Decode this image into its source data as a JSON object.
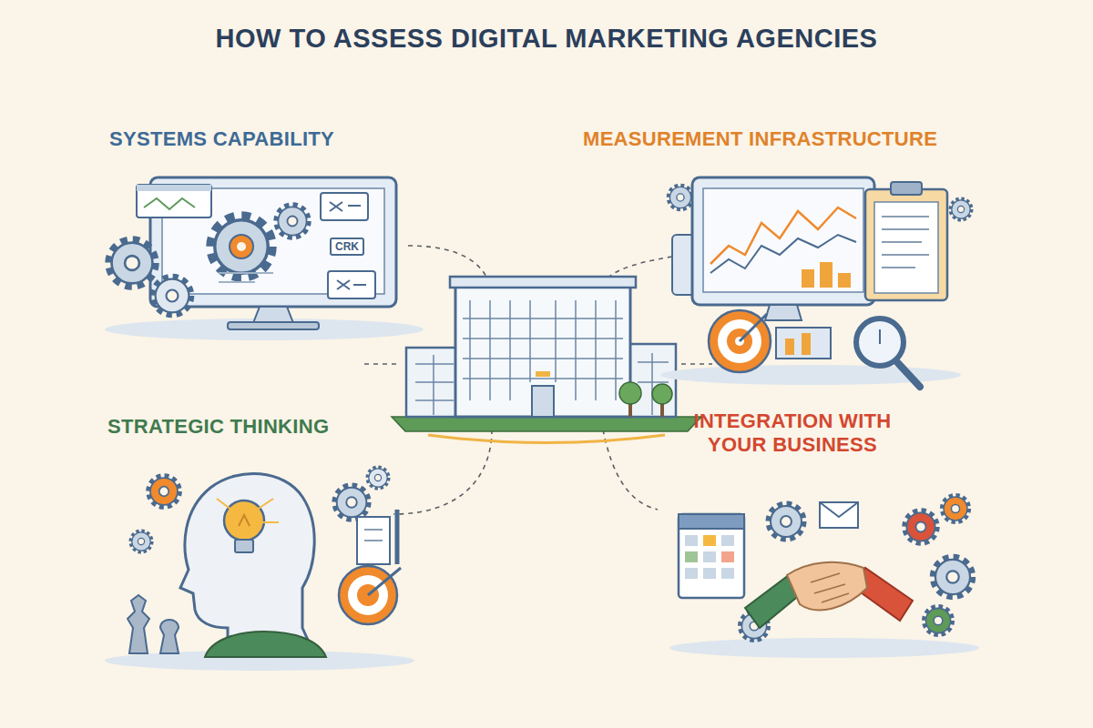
{
  "diagram": {
    "title": "HOW TO ASSESS DIGITAL MARKETING AGENCIES",
    "nodes": [
      {
        "text": [
          "SYSTEMS CAPABILITY"
        ]
      },
      {
        "text": [
          "MEASUREMENT INFRASTRUCTURE"
        ]
      },
      {
        "text": [
          "STRATEGIC THINKING"
        ]
      },
      {
        "text": [
          "INTEGRATION WITH YOUR BUSINESS"
        ]
      }
    ],
    "labels": [
      "CRK"
    ]
  }
}
